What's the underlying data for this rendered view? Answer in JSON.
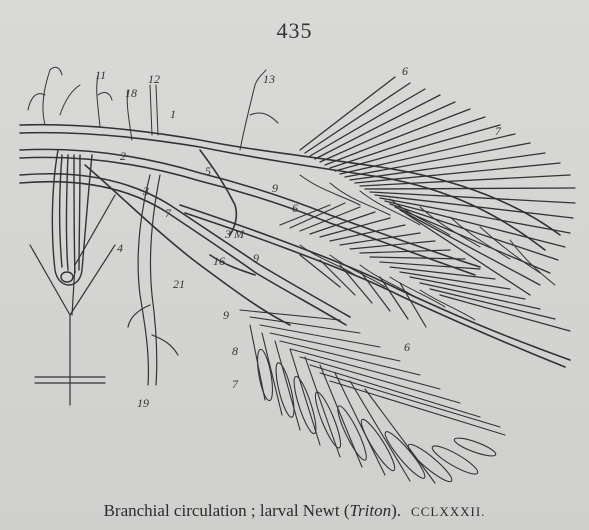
{
  "page_number": "435",
  "caption": {
    "text_before": "Branchial circulation ; larval Newt (",
    "italic": "Triton",
    "text_after": ").",
    "plate": "CCLXXXII."
  },
  "figure_labels": {
    "l1": "1",
    "l2": "2",
    "l3": "3",
    "l4": "4",
    "l5": "5",
    "l6a": "6",
    "l6b": "6",
    "l6c": "6",
    "l7a": "7",
    "l7b": "7",
    "l7c": "7",
    "l8": "8",
    "l9a": "9",
    "l9b": "9",
    "l9c": "9",
    "l11": "11",
    "l12": "12",
    "l13": "13",
    "l16": "16",
    "l18": "18",
    "l19": "19",
    "l21": "21",
    "l3m": "3 M"
  },
  "colors": {
    "ink": "#333333",
    "paper": "#d6d6d4"
  }
}
